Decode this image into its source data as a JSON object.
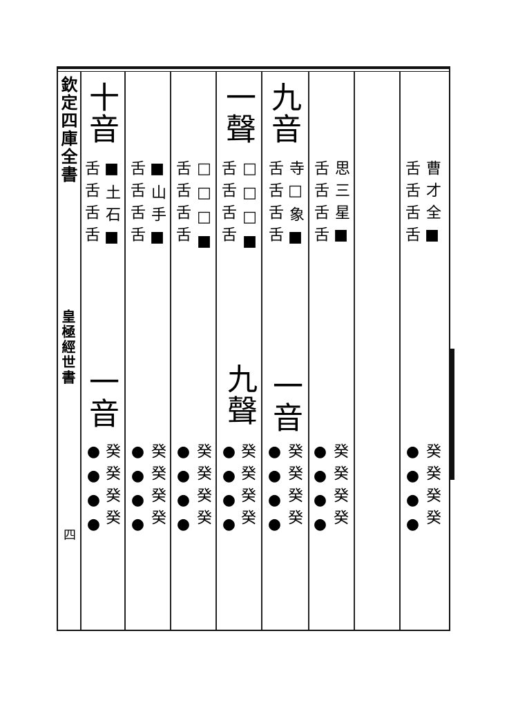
{
  "margin": {
    "collection_title": "欽定四庫全書",
    "book_title": "皇極經世書",
    "page_number": "四"
  },
  "columns": [
    {
      "id": "c1",
      "heading": "十音",
      "tone": "",
      "upper_a": "■土石■",
      "upper_b": "舌舌舌舌",
      "lower_heading": "一音",
      "lower_a": "癸癸癸癸",
      "lower_b": "●●●●"
    },
    {
      "id": "c2",
      "heading": "",
      "tone": "",
      "upper_a": "■山手■",
      "upper_b": "舌舌舌舌",
      "lower_heading": "",
      "lower_a": "癸癸癸癸",
      "lower_b": "●●●●"
    },
    {
      "id": "c3",
      "heading": "",
      "tone": "",
      "upper_a": "□□□■",
      "upper_b": "舌舌舌舌",
      "lower_heading": "",
      "lower_a": "癸癸癸癸",
      "lower_b": "●●●●"
    },
    {
      "id": "c4",
      "heading": "一聲",
      "tone": "",
      "upper_a": "□□□■",
      "upper_b": "舌舌舌舌",
      "lower_heading": "九聲",
      "lower_a": "癸癸癸癸",
      "lower_b": "●●●●"
    },
    {
      "id": "c5",
      "heading": "九音",
      "tone": "",
      "upper_a": "寺□象■",
      "upper_b": "舌舌舌舌",
      "lower_heading": "一音",
      "lower_a": "癸癸癸癸",
      "lower_b": "●●●●"
    },
    {
      "id": "c6",
      "heading": "",
      "tone": "",
      "upper_a": "思三星■",
      "upper_b": "舌舌舌舌",
      "lower_heading": "",
      "lower_a": "癸癸癸癸",
      "lower_b": "●●●●"
    },
    {
      "id": "c7",
      "heading": "",
      "tone": "",
      "upper_a": "",
      "upper_b": "",
      "lower_heading": "",
      "lower_a": "",
      "lower_b": ""
    },
    {
      "id": "c8",
      "heading": "",
      "tone": "",
      "upper_a": "曹才全■",
      "upper_b": "舌舌舌舌",
      "lower_heading": "",
      "lower_a": "癸癸癸癸",
      "lower_b": "●●●●"
    }
  ]
}
